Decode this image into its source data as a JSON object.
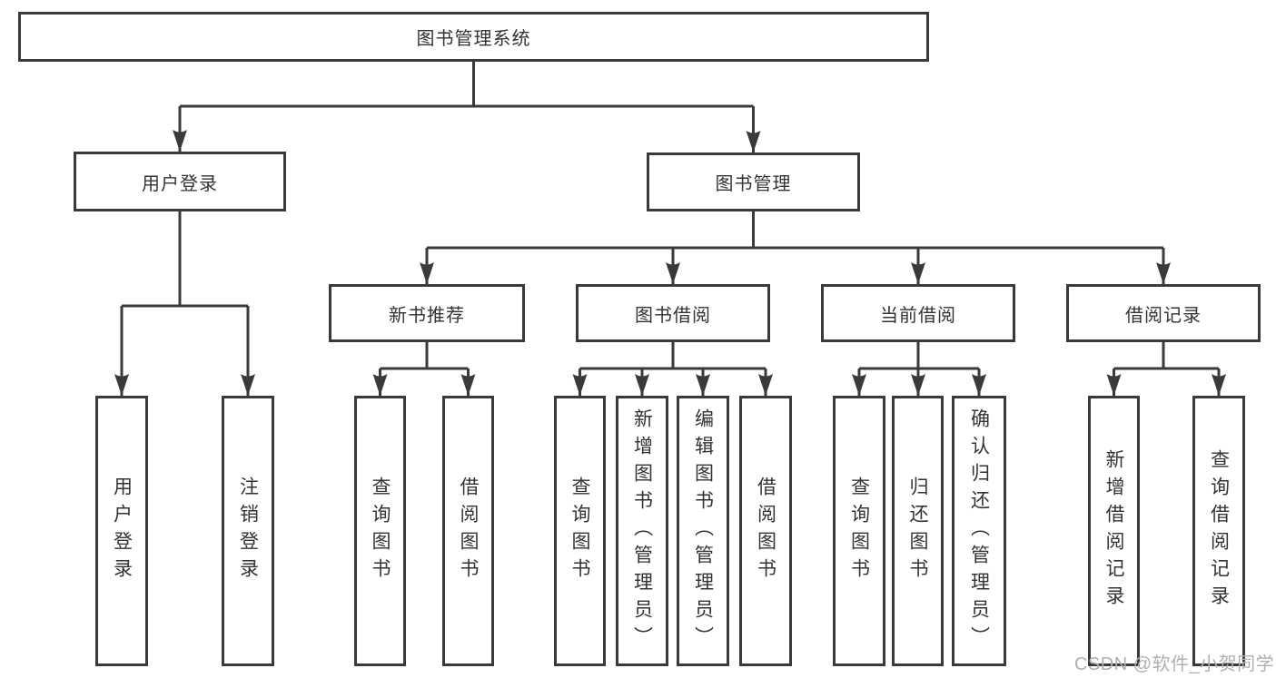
{
  "tree": {
    "root": {
      "label": "图书管理系统"
    },
    "branches": [
      {
        "label": "用户登录",
        "children": [
          {
            "label": "用户登录"
          },
          {
            "label": "注销登录"
          }
        ]
      },
      {
        "label": "图书管理",
        "children": [
          {
            "label": "新书推荐",
            "children": [
              {
                "label": "查询图书"
              },
              {
                "label": "借阅图书"
              }
            ]
          },
          {
            "label": "图书借阅",
            "children": [
              {
                "label": "查询图书"
              },
              {
                "label": "新增图书（管理员）"
              },
              {
                "label": "编辑图书（管理员）"
              },
              {
                "label": "借阅图书"
              }
            ]
          },
          {
            "label": "当前借阅",
            "children": [
              {
                "label": "查询图书"
              },
              {
                "label": "归还图书"
              },
              {
                "label": "确认归还（管理员）"
              }
            ]
          },
          {
            "label": "借阅记录",
            "children": [
              {
                "label": "新增借阅记录"
              },
              {
                "label": "查询借阅记录"
              }
            ]
          }
        ]
      }
    ]
  },
  "watermark": {
    "text": "CSDN @软件_小贺同学"
  },
  "colors": {
    "line": "#3a3a3a",
    "text": "#333333",
    "watermark": "#b0b0b0",
    "background": "#ffffff"
  }
}
